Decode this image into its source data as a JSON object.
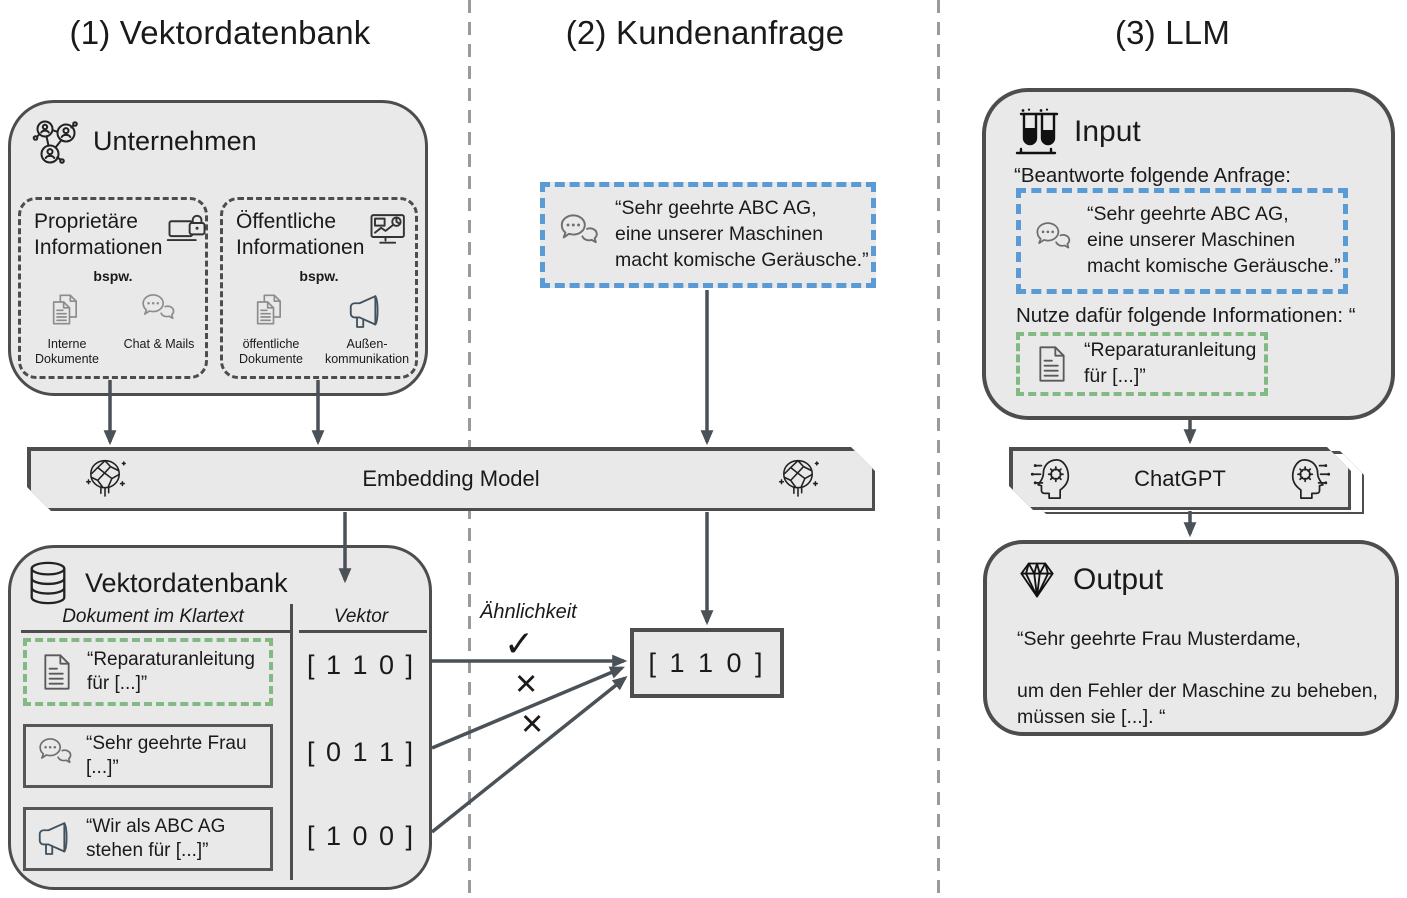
{
  "header": {
    "col1": "(1) Vektordatenbank",
    "col2": "(2) Kundenanfrage",
    "col3": "(3) LLM"
  },
  "colors": {
    "accent_blue": "#5b9bd5",
    "accent_green": "#83b983",
    "box_fill": "#e9e9e9",
    "border_dark": "#4d4d4d",
    "arrow": "#4a5157",
    "separator": "#9a9a9a"
  },
  "unternehmen": {
    "title": "Unternehmen",
    "icon": "people-network-icon",
    "proprietary": {
      "title": "Proprietäre Informationen",
      "icon": "laptop-lock-icon",
      "example_label": "bspw.",
      "items": [
        {
          "label": "Interne Dokumente",
          "icon": "documents-icon"
        },
        {
          "label": "Chat & Mails",
          "icon": "chat-bubbles-icon"
        }
      ]
    },
    "public": {
      "title": "Öffentliche Informationen",
      "icon": "monitor-chart-icon",
      "example_label": "bspw.",
      "items": [
        {
          "label": "öffentliche Dokumente",
          "icon": "documents-icon"
        },
        {
          "label": "Außen-kommunikation",
          "icon": "megaphone-icon"
        }
      ]
    }
  },
  "embedding": {
    "label": "Embedding Model",
    "icon": "neural-network-icon"
  },
  "query": {
    "icon": "chat-bubbles-icon",
    "lines": [
      "“Sehr geehrte ABC AG,",
      "eine unserer Maschinen",
      "macht komische Geräusche.”"
    ]
  },
  "vdb": {
    "title": "Vektordatenbank",
    "icon": "database-icon",
    "col_doc": "Dokument im Klartext",
    "col_vector": "Vektor",
    "rows": [
      {
        "text": "“Reparaturanleitung für [...]”",
        "vector": "[ 1 1 0 ]",
        "icon": "document-icon",
        "highlight": "green-dashed"
      },
      {
        "text": "“Sehr geehrte Frau [...]”",
        "vector": "[ 0 1 1 ]",
        "icon": "chat-bubbles-icon",
        "highlight": "none"
      },
      {
        "text": "“Wir als ABC AG stehen für [...]”",
        "vector": "[ 1 0 0 ]",
        "icon": "megaphone-icon",
        "highlight": "none"
      }
    ]
  },
  "similarity": {
    "label": "Ähnlichkeit",
    "check_mark": "✓",
    "cross_mark": "✕",
    "match_vector": "[ 1 1 0 ]"
  },
  "llm_input": {
    "title": "Input",
    "icon": "test-tubes-icon",
    "instruction_open": "“Beantworte folgende Anfrage:",
    "query_lines": [
      "“Sehr geehrte ABC AG,",
      "eine unserer Maschinen",
      "macht komische Geräusche.”"
    ],
    "instruction_context": "Nutze dafür folgende Informationen: “",
    "context_text": "“Reparaturanleitung für [...]”"
  },
  "chatgpt": {
    "label": "ChatGPT",
    "icon": "ai-head-icon"
  },
  "output": {
    "title": "Output",
    "icon": "diamond-icon",
    "lines": [
      "“Sehr geehrte Frau Musterdame,",
      "",
      "um den Fehler der Maschine zu beheben,",
      "müssen sie [...]. “"
    ]
  }
}
